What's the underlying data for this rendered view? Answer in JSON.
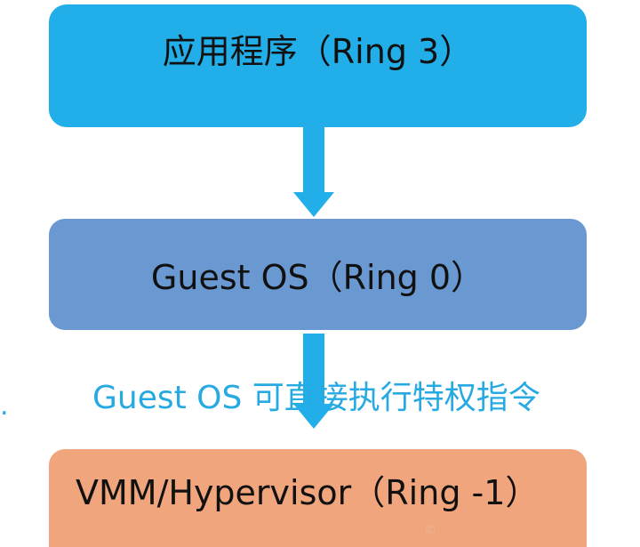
{
  "layers": {
    "app": {
      "label": "应用程序（Ring 3）"
    },
    "guest_os": {
      "label": "Guest OS（Ring 0）"
    },
    "vmm": {
      "label": "VMM/Hypervisor（Ring -1）"
    }
  },
  "annotation": {
    "caption": "Guest OS 可直接执行特权指令",
    "left_fragment": "."
  },
  "watermark": {
    "text": "©"
  },
  "colors": {
    "app_box": "#22aee8",
    "guest_box": "#6a98d1",
    "vmm_box": "#f0a57c",
    "arrow": "#22aee8",
    "caption": "#27a9e1"
  }
}
